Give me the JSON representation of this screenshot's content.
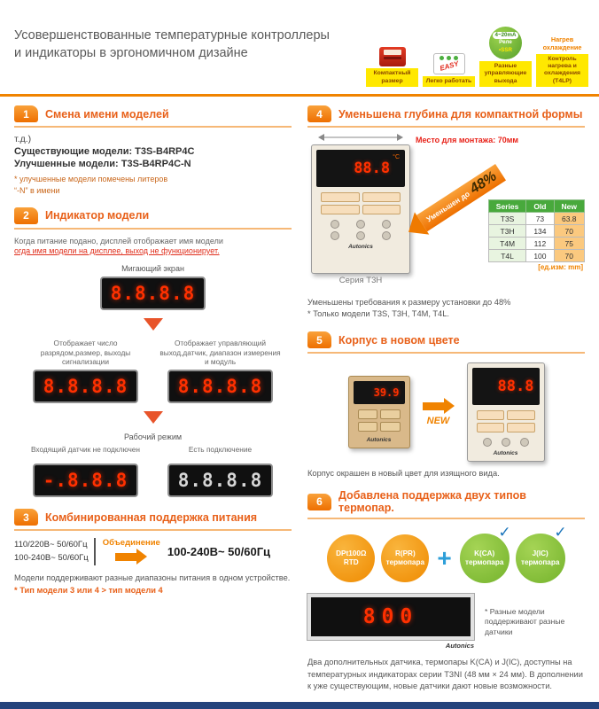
{
  "header": {
    "title_line1": "Усовершенствованные температурные контроллеры",
    "title_line2": "и индикаторы в эргономичном дизайне",
    "badges": [
      {
        "label": "Компактный размер"
      },
      {
        "label": "Легко работать",
        "easy": "EASY"
      },
      {
        "label": "Разные управляющие выхода",
        "circle_line1": "4~20mA",
        "circle_line2": "Реле",
        "circle_line3": "•SSR"
      },
      {
        "label": "Контроль нагрева и охлаждения (T4LP)",
        "top_text": "Нагрев охлаждение"
      }
    ]
  },
  "s1": {
    "num": "1",
    "title": "Смена имени моделей",
    "line0": "т.д.)",
    "line1": "Существующие модели: T3S-B4RP4C",
    "line2": "Улучшенные модели: T3S-B4RP4C-N",
    "note": "* улучшенные модели помечены литеров “-N” в имени"
  },
  "s2": {
    "num": "2",
    "title": "Индикатор модели",
    "desc1": "Когда питание подано, дисплей отображает имя модели",
    "desc2": "огда имя модели на дисплее, выход не функционирует.",
    "flash_label": "Мигающий экран",
    "flash_digits": "8.8.8.8",
    "left_label": "Отображает число разрядом,размер, выходы сигнализации",
    "right_label": "Отображает управляющий выход,датчик, диапазон измерения и модуль",
    "left_digits": "8.8.8.8",
    "right_digits": "8.8.8.8",
    "work_mode": "Рабочий режим",
    "nosensor_label": "Входящий датчик не подключен",
    "connected_label": "Есть подключение",
    "nosensor_digits": "-.8.8.8",
    "connected_digits": "8.8.8.8"
  },
  "s3": {
    "num": "3",
    "title": "Комбинированная поддержка питания",
    "old1": "110/220В~ 50/60Гц",
    "old2": "100-240В~ 50/60Гц",
    "merge_label": "Объединение",
    "result": "100-240В~ 50/60Гц",
    "desc": "Модели поддерживают разные диапазоны питания в одном устройстве.",
    "note": "* Тип модели 3 или 4 > тип модели 4"
  },
  "s4": {
    "num": "4",
    "title": "Уменьшена глубина для компактной формы",
    "mount_label": "Место для монтажа: 70мм",
    "reduce_small": "Уменьшен до",
    "reduce_big": "48%",
    "caption": "Серия Т3Н",
    "display_digits": "88.8",
    "display_unit": "°C",
    "brand": "Autonics",
    "table": {
      "headers": [
        "Series",
        "Old",
        "New"
      ],
      "rows": [
        [
          "T3S",
          "73",
          "63.8"
        ],
        [
          "T3H",
          "134",
          "70"
        ],
        [
          "T4M",
          "112",
          "75"
        ],
        [
          "T4L",
          "100",
          "70"
        ]
      ]
    },
    "unit_note": "[ед.изм: mm]",
    "desc1": "Уменьшены требования к размеру установки до 48%",
    "desc2": "* Только модели T3S, T3H, T4M, T4L."
  },
  "s5": {
    "num": "5",
    "title": "Корпус в новом цвете",
    "old_digits": "39.9",
    "new_digits": "88.8",
    "new_label": "NEW",
    "brand": "Autonics",
    "desc": "Корпус окрашен в новый цвет для изящного вида."
  },
  "s6": {
    "num": "6",
    "title": "Добавлена поддержка двух типов термопар.",
    "circle1": "DPt100Ω RTD",
    "circle2": "R(PR) термопара",
    "plus": "+",
    "check": "✓",
    "circle3": "K(CA) термопара",
    "circle4": "J(IC) термопара",
    "meter_digits": "800",
    "brand": "Autonics",
    "note": "* Разные модели поддерживают разные датчики",
    "desc": "Два дополнительных датчика, термопары K(CA) и J(IC), доступны на температурных индикаторах серии T3NI (48 мм × 24 мм). В дополнении к уже существующим, новые датчики дают новые возможности."
  }
}
